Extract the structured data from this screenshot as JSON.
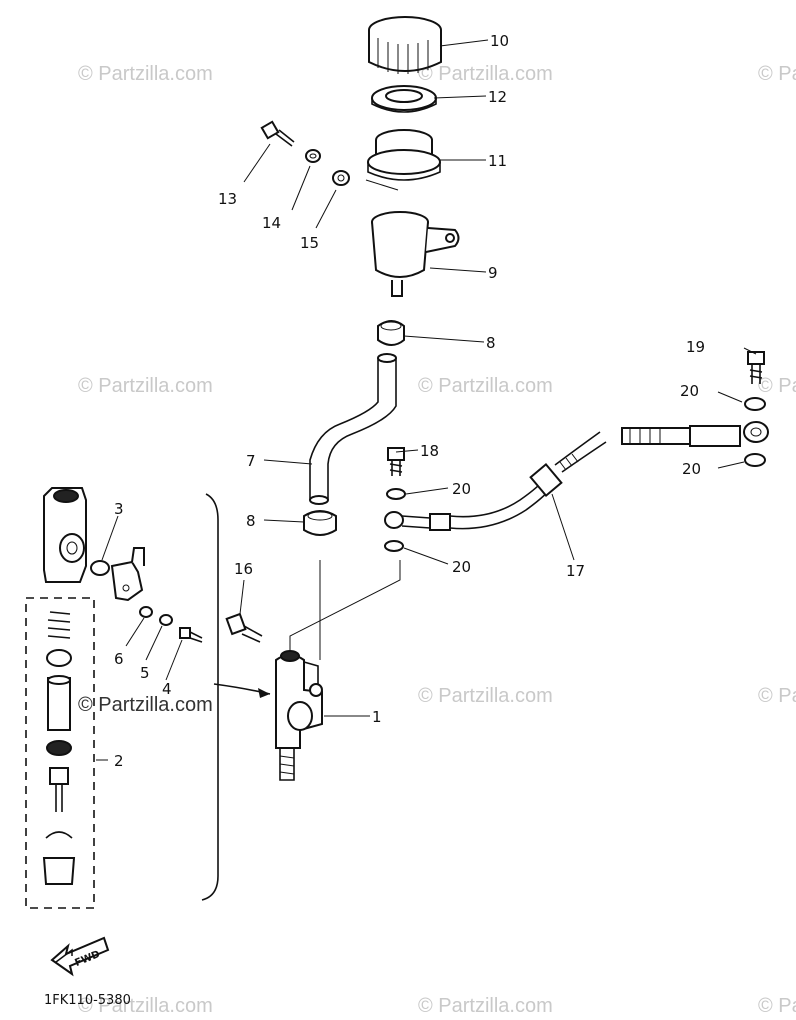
{
  "watermark": {
    "text": "© Partzilla.com",
    "featured_text": "© Partzilla.com"
  },
  "diagram_code": "1FK110-5380",
  "fwd_label": "FWD",
  "callouts": {
    "c1": "1",
    "c2": "2",
    "c3": "3",
    "c4": "4",
    "c5": "5",
    "c6": "6",
    "c7": "7",
    "c8a": "8",
    "c8b": "8",
    "c9": "9",
    "c10": "10",
    "c11": "11",
    "c12": "12",
    "c13": "13",
    "c14": "14",
    "c15": "15",
    "c16": "16",
    "c17": "17",
    "c18": "18",
    "c19": "19",
    "c20a": "20",
    "c20b": "20",
    "c20c": "20",
    "c20d": "20"
  }
}
